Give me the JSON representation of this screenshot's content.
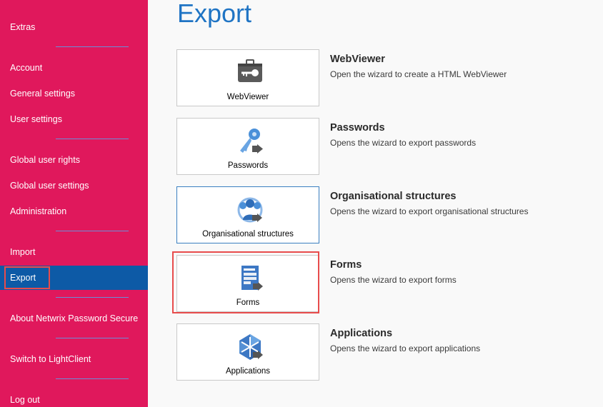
{
  "sidebar": {
    "items": [
      {
        "label": "Extras"
      },
      {
        "label": "Account"
      },
      {
        "label": "General settings"
      },
      {
        "label": "User settings"
      },
      {
        "label": "Global user rights"
      },
      {
        "label": "Global user settings"
      },
      {
        "label": "Administration"
      },
      {
        "label": "Import"
      },
      {
        "label": "Export"
      },
      {
        "label": "About Netwrix Password Secure"
      },
      {
        "label": "Switch to LightClient"
      },
      {
        "label": "Log out"
      }
    ],
    "active_item": "Export"
  },
  "main": {
    "title": "Export",
    "cards": [
      {
        "label": "WebViewer",
        "icon": "webviewer-icon",
        "title": "WebViewer",
        "description": "Open the wizard to create a HTML WebViewer"
      },
      {
        "label": "Passwords",
        "icon": "key-export-icon",
        "title": "Passwords",
        "description": "Opens the wizard to export passwords"
      },
      {
        "label": "Organisational structures",
        "icon": "org-structure-export-icon",
        "title": "Organisational structures",
        "description": "Opens the wizard to export organisational structures"
      },
      {
        "label": "Forms",
        "icon": "form-export-icon",
        "title": "Forms",
        "description": "Opens the wizard to export forms"
      },
      {
        "label": "Applications",
        "icon": "application-export-icon",
        "title": "Applications",
        "description": "Opens the wizard to export applications"
      }
    ]
  },
  "colors": {
    "sidebar_bg": "#e0185c",
    "active_bg": "#0d5aa6",
    "title_blue": "#1f74c4",
    "highlight_red": "#e84c4c"
  }
}
